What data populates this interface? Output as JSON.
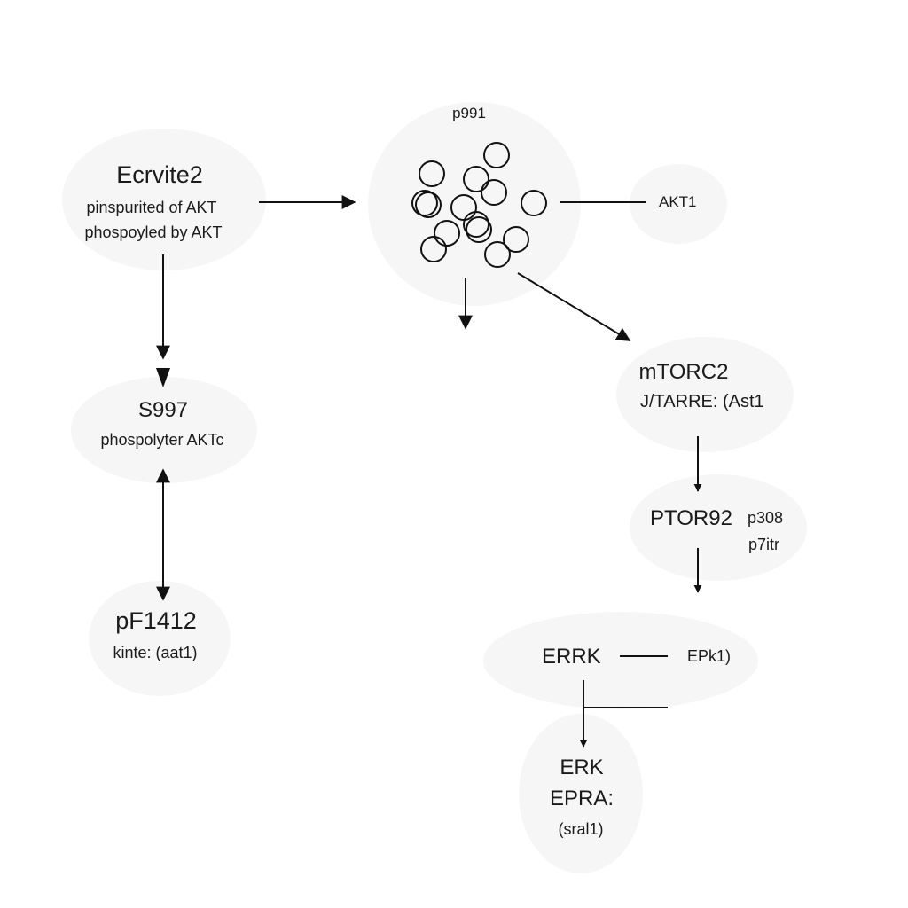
{
  "nodes": {
    "ecrvite2": {
      "title": "Ecrvite2",
      "lines": [
        "pinspurited of AKT",
        "phospoyled by AKT"
      ]
    },
    "p991": {
      "label": "p991"
    },
    "akt1": {
      "label": "AKT1"
    },
    "s997": {
      "title": "S997",
      "line": "phospolyter AKTc"
    },
    "pf1412": {
      "title": "pF1412",
      "line": "kinte: (aat1)"
    },
    "mtorc2": {
      "title": "mTORC2",
      "line": "J/TARRE: (Ast1"
    },
    "ptor92": {
      "title": "PTOR92",
      "side1": "p308",
      "side2": "p7itr"
    },
    "errk": {
      "title": "ERRK",
      "side": "EPk1)"
    },
    "erk": {
      "title": "ERK",
      "line1": "EPRA:",
      "line2": "(sral1)"
    }
  },
  "colors": {
    "line": "#111111",
    "halo": "#f6f6f6",
    "text": "#1a1a1a"
  }
}
